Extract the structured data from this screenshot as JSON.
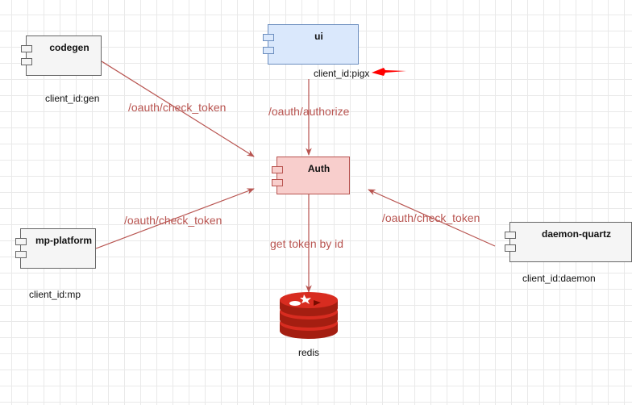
{
  "components": {
    "ui": {
      "name": "ui",
      "client_id": "client_id:pigx"
    },
    "auth": {
      "name": "Auth"
    },
    "codegen": {
      "name": "codegen",
      "client_id": "client_id:gen"
    },
    "mp_platform": {
      "name": "mp-platform",
      "client_id": "client_id:mp"
    },
    "daemon_quartz": {
      "name": "daemon-quartz",
      "client_id": "client_id:daemon"
    },
    "redis": {
      "name": "redis"
    }
  },
  "edges": {
    "ui_to_auth": "/oauth/authorize",
    "codegen_to_auth": "/oauth/check_token",
    "mp_to_auth": "/oauth/check_token",
    "daemon_to_auth": "/oauth/check_token",
    "auth_to_redis": "get token by id"
  },
  "colors": {
    "edge": "#b85450",
    "ui_fill": "#dae8fc",
    "auth_fill": "#f8cecc",
    "highlight_arrow": "#ff0000",
    "redis": "#c6302b"
  }
}
